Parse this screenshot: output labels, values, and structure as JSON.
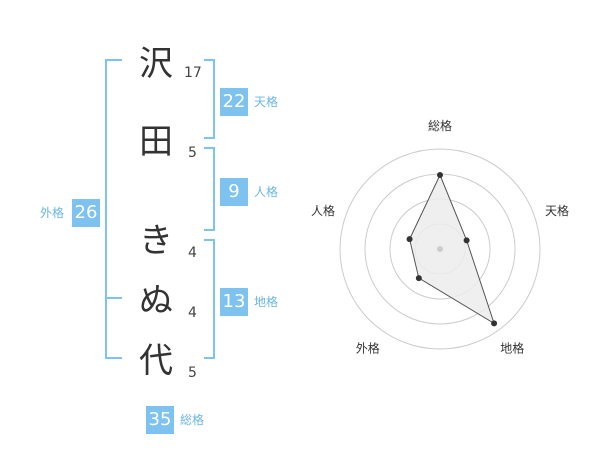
{
  "name": {
    "chars": [
      {
        "char": "沢",
        "strokes": "17"
      },
      {
        "char": "田",
        "strokes": "5"
      },
      {
        "char": "き",
        "strokes": "4"
      },
      {
        "char": "ぬ",
        "strokes": "4"
      },
      {
        "char": "代",
        "strokes": "5"
      }
    ]
  },
  "scores": {
    "tenkaku": {
      "value": "22",
      "label": "天格"
    },
    "jinkaku": {
      "value": "9",
      "label": "人格"
    },
    "chikaku": {
      "value": "13",
      "label": "地格"
    },
    "gaikaku": {
      "value": "26",
      "label": "外格"
    },
    "soukaku": {
      "value": "35",
      "label": "総格"
    }
  },
  "chart_data": {
    "type": "radar",
    "axes": [
      "総格",
      "天格",
      "地格",
      "外格",
      "人格"
    ],
    "values": [
      3.7,
      1.4,
      4.6,
      1.8,
      1.6
    ],
    "max": 5,
    "rings": 4,
    "colors": {
      "fill": "#ececec",
      "line": "#555555",
      "point": "#333333",
      "ring": "#cccccc",
      "center": "#cccccc"
    }
  },
  "colors": {
    "accent": "#7ec3ef",
    "bracket": "#7ec3ef",
    "label": "#6ab6e6"
  }
}
